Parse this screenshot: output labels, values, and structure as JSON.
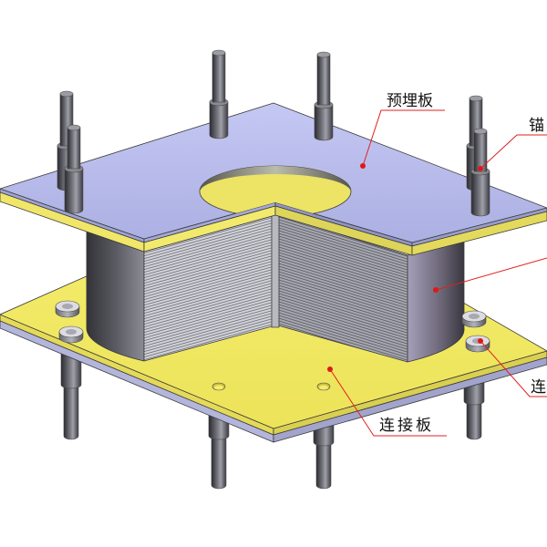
{
  "labels": {
    "embedded_plate": "预埋板",
    "anchor_partial": "锚",
    "connection_plate": "连接板",
    "connection_partial": "连"
  },
  "colors": {
    "embedded_plate": "#b7bbe9",
    "connection_plate": "#f2ea62",
    "rubber_layers": "#c9c9cf",
    "rubber_cylinder": "#5c5c64",
    "bolt": "#5a5a62",
    "leader": "#e02020"
  }
}
